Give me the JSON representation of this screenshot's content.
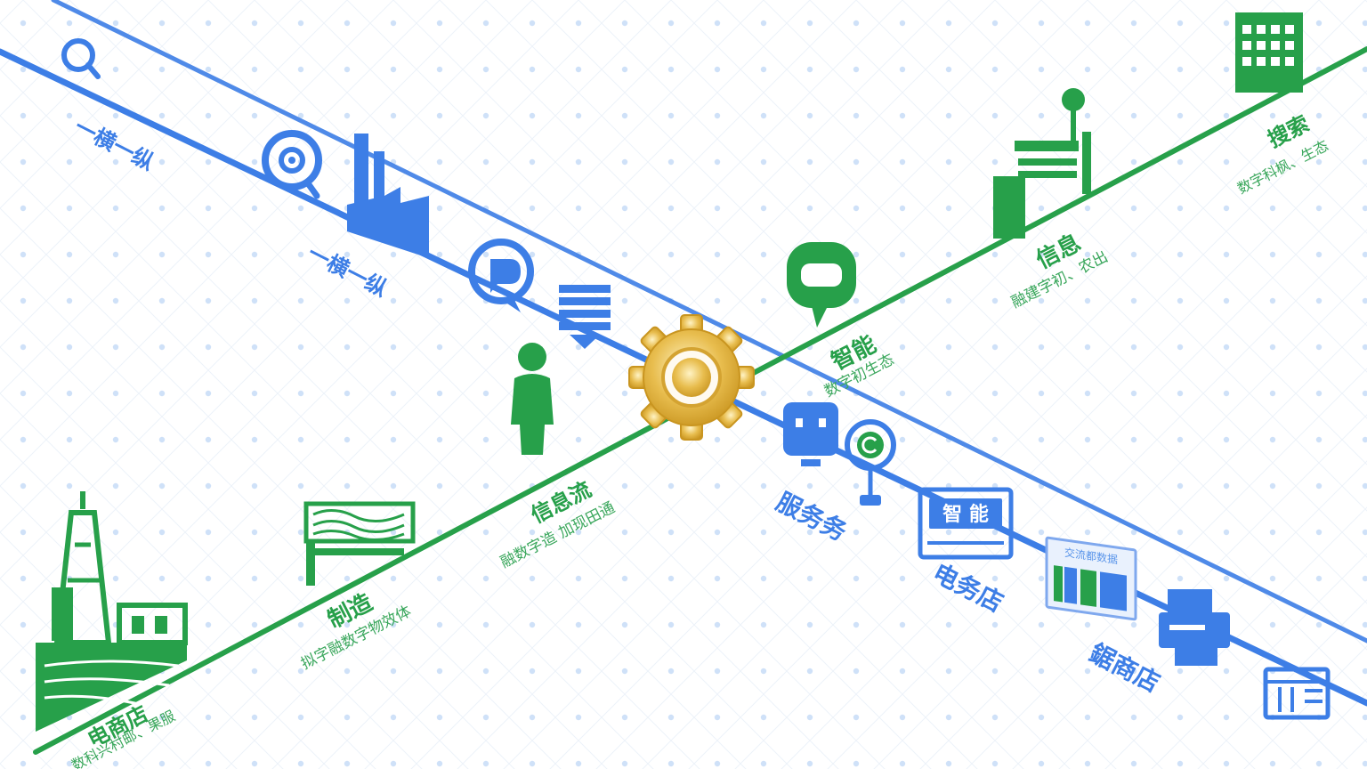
{
  "colors": {
    "blue": "#3d7ee6",
    "green": "#27a04a",
    "gold": "#e4b84a",
    "dot": "#bcd6f5"
  },
  "icons": [
    "search-icon",
    "target-search-icon",
    "factory-icon",
    "chat-bubble-icon",
    "download-arrow-icon",
    "person-icon",
    "gear-icon",
    "chat-bubble-icon",
    "robot-icon",
    "location-pin-icon",
    "smart-display-icon",
    "store-panel-icon",
    "printer-icon",
    "document-grid-icon",
    "office-building-icon",
    "antenna-factory-icon",
    "oil-tower-icon",
    "warehouse-icon"
  ],
  "blue_line": {
    "labels": {
      "top": "一横一纵",
      "mid": "一横一纵",
      "service": "服务务",
      "smart_card": "智 能",
      "shop": "电务店",
      "shop2": "鋸商店",
      "panel": "交流都数据"
    }
  },
  "green_line": {
    "labels": {
      "search": "搜索",
      "search_sub": "数字科枫、生态",
      "info": "信息",
      "info_sub": "融建字初、农出",
      "smart": "智能",
      "smart_sub": "数字初生态",
      "flow": "信息流",
      "flow_sub": "融数字造 加现田通",
      "make": "制造",
      "make_sub": "拟字融数字物效体",
      "ecommerce": "电商店",
      "ecommerce_sub": "数科兴村邮、果服"
    }
  }
}
